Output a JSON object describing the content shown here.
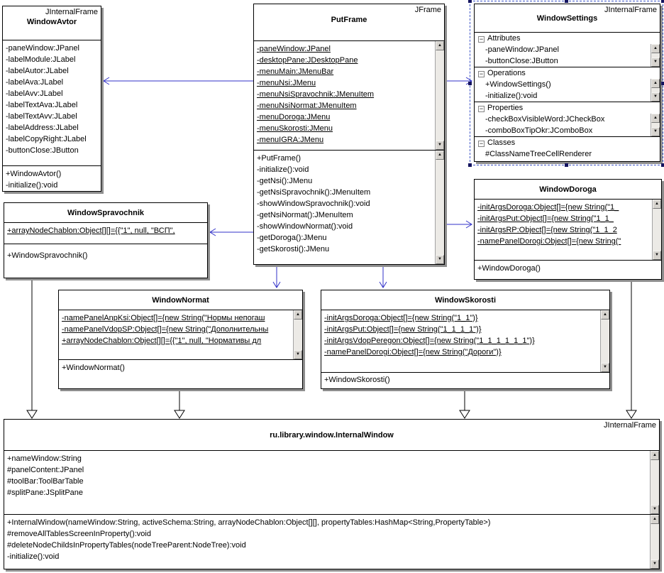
{
  "diagram": {
    "background": "#ffffff",
    "association_color": "#3232c8",
    "generalization_color": "#000000",
    "selected_class": "WindowSettings"
  },
  "icons": {
    "collapse": "−",
    "scroll_up": "▲",
    "scroll_down": "▼"
  },
  "classes": {
    "windowAvtor": {
      "stereotype": "JInternalFrame",
      "name": "WindowAvtor",
      "fields": [
        "-paneWindow:JPanel",
        "-labelModule:JLabel",
        "-labelAutor:JLabel",
        "-labelAva:JLabel",
        "-labelAvv:JLabel",
        "-labelTextAva:JLabel",
        "-labelTextAvv:JLabel",
        "-labelAddress:JLabel",
        "-labelCopyRight:JLabel",
        "-buttonClose:JButton"
      ],
      "methods": [
        "+WindowAvtor()",
        "-initialize():void"
      ]
    },
    "putFrame": {
      "stereotype": "JFrame",
      "name": "PutFrame",
      "fields": [
        "-paneWindow:JPanel",
        "-desktopPane:JDesktopPane",
        "-menuMain:JMenuBar",
        "-menuNsi:JMenu",
        "-menuNsiSpravochnik:JMenuItem",
        "-menuNsiNormat:JMenuItem",
        "-menuDoroga:JMenu",
        "-menuSkorosti:JMenu",
        "-menuIGRA:JMenu"
      ],
      "methods": [
        "+PutFrame()",
        "-initialize():void",
        "-getNsi():JMenu",
        "-getNsiSpravochnik():JMenuItem",
        "-showWindowSpravochnik():void",
        "-getNsiNormat():JMenuItem",
        "-showWindowNormat():void",
        "-getDoroga():JMenu",
        "-getSkorosti():JMenu"
      ]
    },
    "windowSettings": {
      "stereotype": "JInternalFrame",
      "name": "WindowSettings",
      "sections": [
        {
          "label": "Attributes",
          "items": [
            "-paneWindow:JPanel",
            "-buttonClose:JButton"
          ]
        },
        {
          "label": "Operations",
          "items": [
            "+WindowSettings()",
            "-initialize():void"
          ]
        },
        {
          "label": "Properties",
          "items": [
            "-checkBoxVisibleWord:JCheckBox",
            "-comboBoxTipOkr:JComboBox"
          ]
        },
        {
          "label": "Classes",
          "items": [
            "#ClassNameTreeCellRenderer"
          ]
        }
      ]
    },
    "windowSpravochnik": {
      "name": "WindowSpravochnik",
      "fields": [
        "+arrayNodeChablon:Object[][]={{\"1\", null, \"ВСП\","
      ],
      "methods": [
        "+WindowSpravochnik()"
      ]
    },
    "windowDoroga": {
      "name": "WindowDoroga",
      "fields": [
        "-initArgsDoroga:Object[]={new String(\"1_",
        "-initArgsPut:Object[]={new String(\"1_1_",
        "-initArgsRP:Object[]={new String(\"1_1_2",
        "-namePanelDorogi:Object[]={new String(\""
      ],
      "methods": [
        "+WindowDoroga()"
      ]
    },
    "windowNormat": {
      "name": "WindowNormat",
      "fields": [
        "-namePanelAnpKsi:Object[]={new String(\"Нормы непогаш",
        "-namePanelVdopSP:Object[]={new String(\"Дополнительны",
        "+arrayNodeChablon:Object[][]={{\"1\", null, \"Нормативы дл"
      ],
      "methods": [
        "+WindowNormat()"
      ]
    },
    "windowSkorosti": {
      "name": "WindowSkorosti",
      "fields": [
        "-initArgsDoroga:Object[]={new String(\"1_1\")}",
        "-initArgsPut:Object[]={new String(\"1_1_1_1\")}",
        "-initArgsVdopPeregon:Object[]={new String(\"1_1_1_1_1_1\")}",
        "-namePanelDorogi:Object[]={new String(\"Дороги\")}"
      ],
      "methods": [
        "+WindowSkorosti()"
      ]
    },
    "internalWindow": {
      "stereotype": "JInternalFrame",
      "name": "ru.library.window.InternalWindow",
      "fields": [
        "+nameWindow:String",
        "#panelContent:JPanel",
        "#toolBar:ToolBarTable",
        "#splitPane:JSplitPane"
      ],
      "methods": [
        "+InternalWindow(nameWindow:String, activeSchema:String, arrayNodeChablon:Object[][], propertyTables:HashMap<String,PropertyTable>)",
        "#removeAllTablesScreenInProperty():void",
        "#deleteNodeChildsInPropertyTables(nodeTreeParent:NodeTree):void",
        "-initialize():void"
      ]
    }
  },
  "relations": [
    {
      "type": "association",
      "from": "PutFrame",
      "to": "WindowAvtor"
    },
    {
      "type": "association",
      "from": "PutFrame",
      "to": "WindowSettings"
    },
    {
      "type": "association",
      "from": "PutFrame",
      "to": "WindowSpravochnik"
    },
    {
      "type": "association",
      "from": "PutFrame",
      "to": "WindowDoroga"
    },
    {
      "type": "association",
      "from": "PutFrame",
      "to": "WindowNormat"
    },
    {
      "type": "association",
      "from": "PutFrame",
      "to": "WindowSkorosti"
    },
    {
      "type": "generalization",
      "from": "WindowSpravochnik",
      "to": "ru.library.window.InternalWindow"
    },
    {
      "type": "generalization",
      "from": "WindowNormat",
      "to": "ru.library.window.InternalWindow"
    },
    {
      "type": "generalization",
      "from": "WindowSkorosti",
      "to": "ru.library.window.InternalWindow"
    },
    {
      "type": "generalization",
      "from": "WindowDoroga",
      "to": "ru.library.window.InternalWindow"
    }
  ]
}
